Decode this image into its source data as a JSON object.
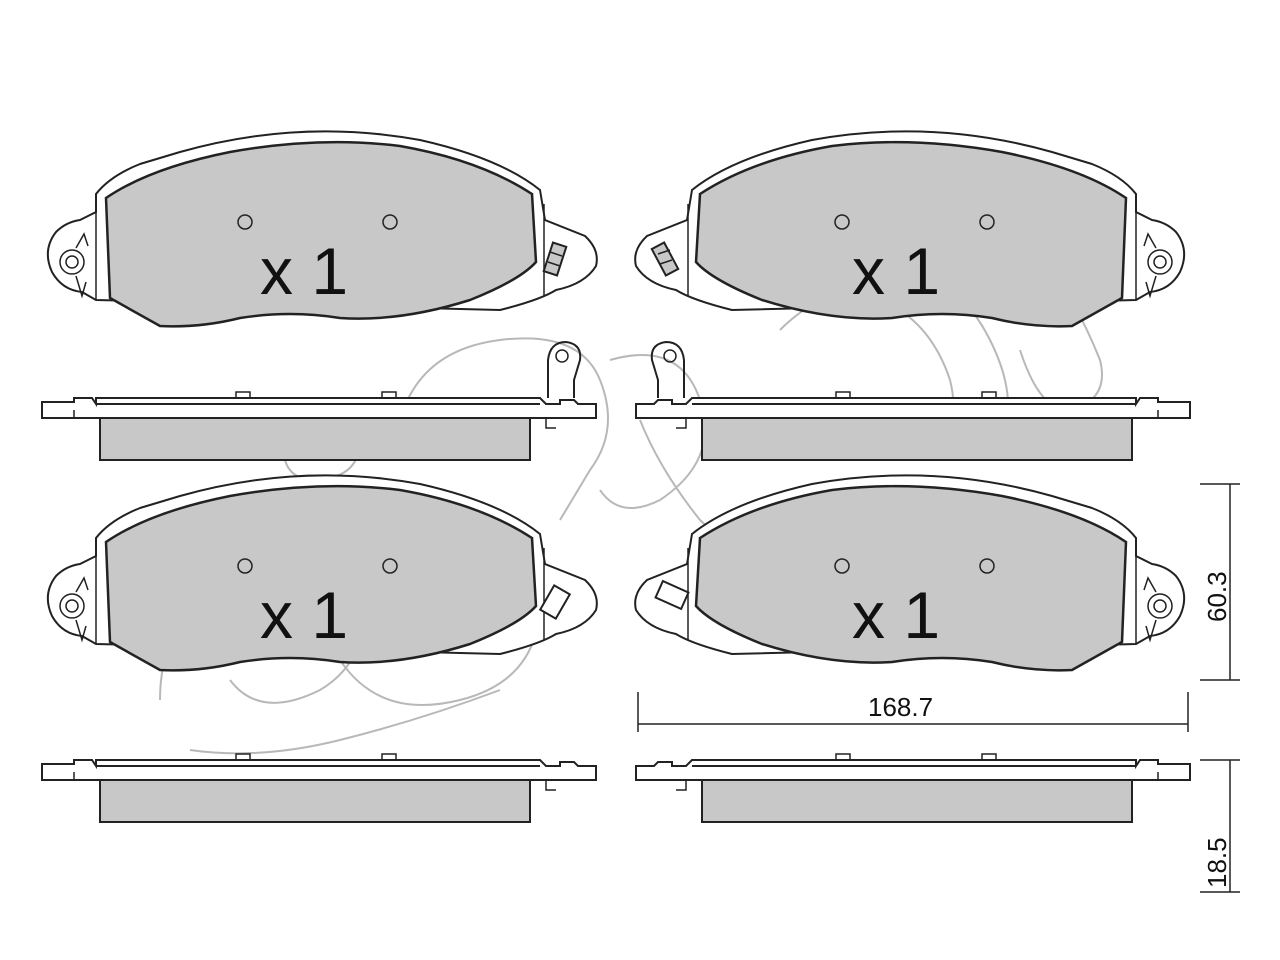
{
  "pads": [
    {
      "id": "top-left",
      "quantity_label": "x 1",
      "mirrored": false,
      "clip": "angled"
    },
    {
      "id": "top-right",
      "quantity_label": "x 1",
      "mirrored": true,
      "clip": "angled"
    },
    {
      "id": "bottom-left",
      "quantity_label": "x 1",
      "mirrored": false,
      "clip": "square"
    },
    {
      "id": "bottom-right",
      "quantity_label": "x 1",
      "mirrored": true,
      "clip": "square"
    }
  ],
  "dimensions": {
    "width": "168.7",
    "height": "60.3",
    "thickness": "18.5"
  },
  "colors": {
    "friction_fill": "#c8c8c8",
    "outline": "#222222",
    "watermark": "#b8b8b8"
  }
}
